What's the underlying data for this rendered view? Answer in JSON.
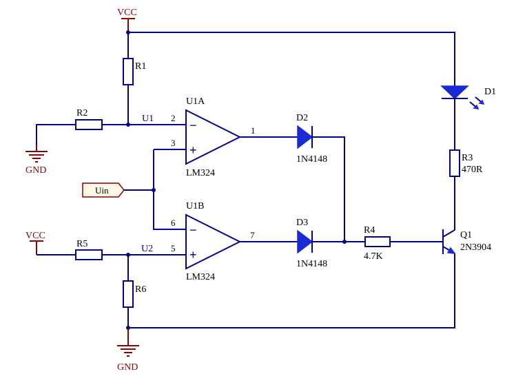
{
  "colors": {
    "wire": "#00008b",
    "power": "#8b0000",
    "diode_fill": "#1a2bd6",
    "port_fill": "#fff7e6"
  },
  "power": {
    "vcc_top": "VCC",
    "vcc_left": "VCC",
    "gnd_left": "GND",
    "gnd_bottom": "GND"
  },
  "resistors": {
    "r1": {
      "ref": "R1"
    },
    "r2": {
      "ref": "R2"
    },
    "r3": {
      "ref": "R3",
      "value": "470R"
    },
    "r4": {
      "ref": "R4",
      "value": "4.7K"
    },
    "r5": {
      "ref": "R5"
    },
    "r6": {
      "ref": "R6"
    }
  },
  "opamps": {
    "u1a": {
      "ref": "U1A",
      "part": "LM324",
      "pin_inv": "2",
      "pin_noninv": "3",
      "pin_out": "1"
    },
    "u1b": {
      "ref": "U1B",
      "part": "LM324",
      "pin_inv": "6",
      "pin_noninv": "5",
      "pin_out": "7"
    }
  },
  "diodes": {
    "d1": {
      "ref": "D1"
    },
    "d2": {
      "ref": "D2",
      "part": "1N4148"
    },
    "d3": {
      "ref": "D3",
      "part": "1N4148"
    }
  },
  "transistor": {
    "ref": "Q1",
    "part": "2N3904"
  },
  "nets": {
    "u1": "U1",
    "u2": "U2"
  },
  "port": {
    "label": "Uin"
  }
}
